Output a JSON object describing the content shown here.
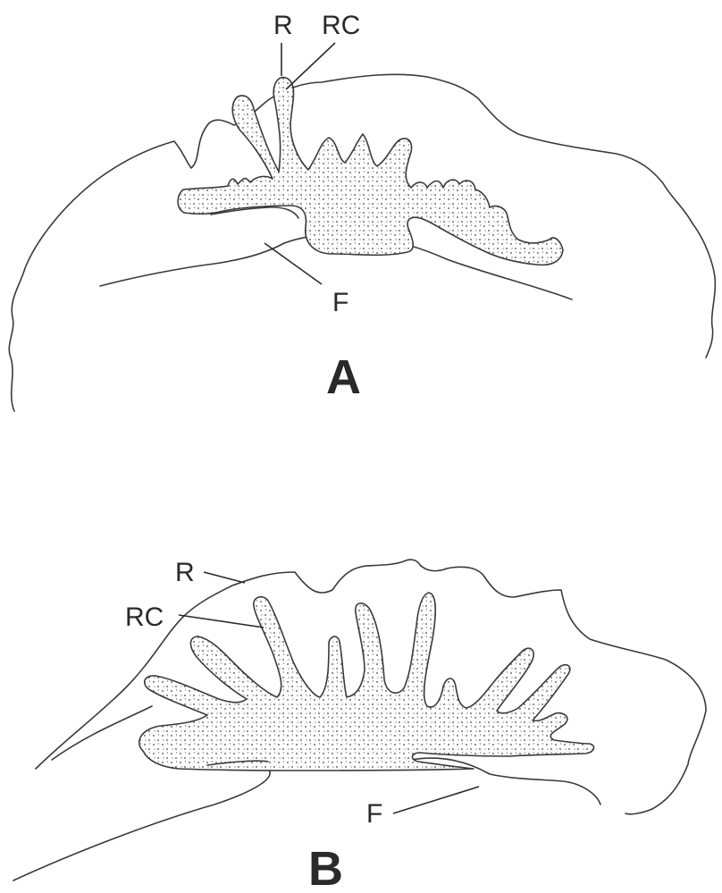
{
  "panels": [
    {
      "panel_label": "A",
      "labels": {
        "r": "R",
        "rc": "RC",
        "f": "F"
      }
    },
    {
      "panel_label": "B",
      "labels": {
        "r": "R",
        "rc": "RC",
        "f": "F"
      }
    }
  ]
}
